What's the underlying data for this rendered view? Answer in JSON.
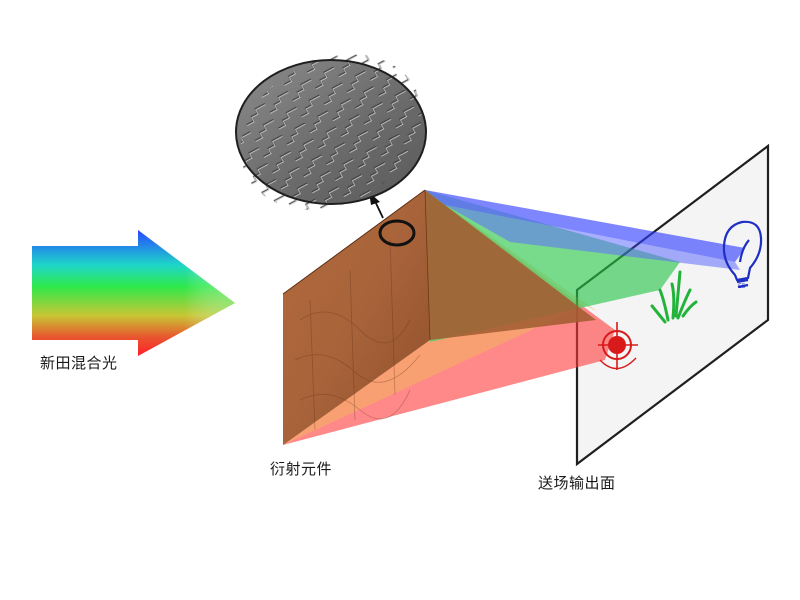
{
  "labels": {
    "input_light": "新田混合光",
    "element": "衍射元件",
    "output_plane": "送场输出面"
  },
  "colors": {
    "red": "#ff2a2a",
    "green": "#22c24a",
    "blue": "#2e3bff",
    "element_brown": "#9c5a33",
    "icon_red": "#d91a1a",
    "icon_green": "#22b33a",
    "icon_blue": "#1f2fc4"
  },
  "icons": {
    "input_arrow": "gradient-arrow",
    "zoom_detail": "magnified-surface-relief",
    "red_pattern": "target-icon",
    "green_pattern": "grass-icon",
    "blue_pattern": "lightbulb-icon"
  }
}
